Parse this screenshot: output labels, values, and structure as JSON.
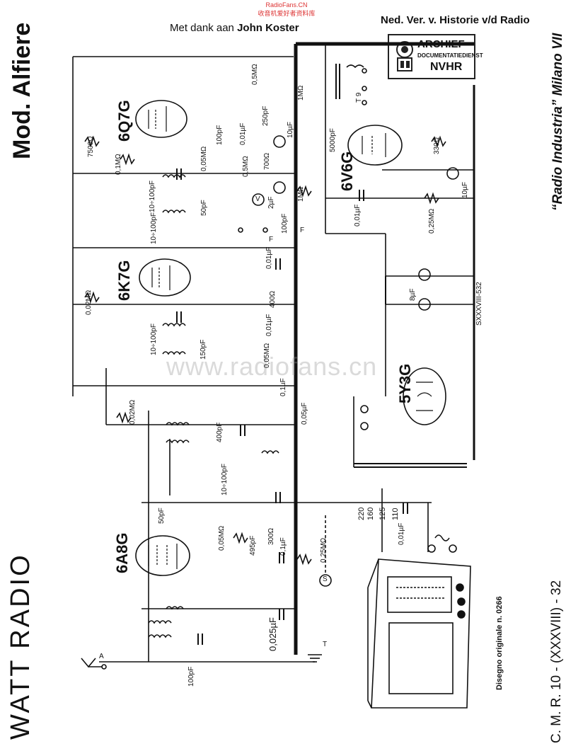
{
  "watermark_top_1": "RadioFans.CN",
  "watermark_top_2": "收音机爱好者资料库",
  "credit_prefix": "Met dank aan",
  "credit_name": "John Koster",
  "header_right": "Ned. Ver. v. Historie v/d Radio",
  "stamp": {
    "line1": "ARCHIEF",
    "line2": "DOCUMENTATIEDIENST",
    "line3": "NVHR"
  },
  "model_title": "Mod. Alfiere",
  "brand_left": "WATT RADIO",
  "company_right": "“Radio Industria” Milano VII",
  "footer_ref": "C. M. R. 10 - (XXXVIII) - 32",
  "drawing_no": "Disegno originale n. 0266",
  "center_watermark": "www.radiofans.cn",
  "tubes": [
    "6Q7G",
    "6K7G",
    "6A8G",
    "6V6G",
    "5Y3G"
  ],
  "labels": {
    "r7500": "7500Ω",
    "r01M": "0,1MΩ",
    "r05M": "0,5MΩ",
    "r1M_a": "1MΩ",
    "c250": "250pF",
    "c100a": "100pF",
    "c001a": "0,01µF",
    "c10a": "10µF",
    "r005M": "0,05MΩ",
    "r05Mb": "0,5MΩ",
    "r700": "700Ω",
    "c2": "2µF",
    "c100b": "100pF",
    "r1Mb": "1MΩ",
    "c10100": "10÷100pF",
    "c50": "50pF",
    "c10100b": "10÷100pF",
    "c001b": "0,01µF",
    "r002M": "0,02MΩ",
    "r400": "400Ω",
    "c001c": "0,01µF",
    "c10100c": "10÷100pF",
    "c150": "150pF",
    "r005Mc": "0,05MΩ",
    "c01": "0,1µF",
    "c005": "0,05µF",
    "r002Mb": "0,02MΩ",
    "c400": "400pF",
    "c10100d": "10÷100pF",
    "c50b": "50pF",
    "r005Md": "0,05MΩ",
    "c495": "495pF",
    "r300": "300Ω",
    "c01b": "0,1µF",
    "r025M": "0,25MΩ",
    "c0025": "0,025µF",
    "c100c": "100pF",
    "c5000": "5000pF",
    "r330": "330Ω",
    "c10b": "10µF",
    "c001d": "0,01µF",
    "r025Mb": "0,25MΩ",
    "c8": "8µF",
    "c001e": "0,01µF",
    "sxxx": "SXXXVIII-532",
    "v220": "220",
    "v160": "160",
    "v125": "125",
    "v110": "110",
    "V": "V",
    "F": "F",
    "F2": "F",
    "T": "T",
    "A": "A",
    "S": "S",
    "T9": "T 9"
  }
}
